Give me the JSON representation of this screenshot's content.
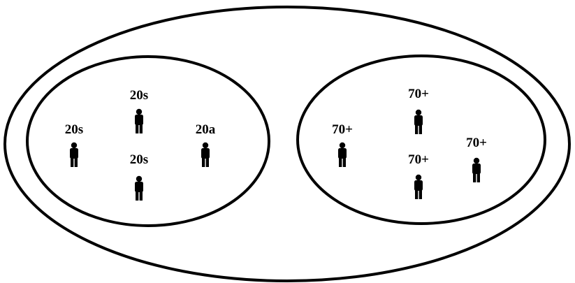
{
  "colors": {
    "stroke": "#000000",
    "background": "#ffffff",
    "figure": "#000000"
  },
  "icon": "person-icon",
  "groups": [
    {
      "people": [
        {
          "label": "20s"
        },
        {
          "label": "20s"
        },
        {
          "label": "20s"
        },
        {
          "label": "20a"
        }
      ]
    },
    {
      "people": [
        {
          "label": "70+"
        },
        {
          "label": "70+"
        },
        {
          "label": "70+"
        },
        {
          "label": "70+"
        }
      ]
    }
  ]
}
